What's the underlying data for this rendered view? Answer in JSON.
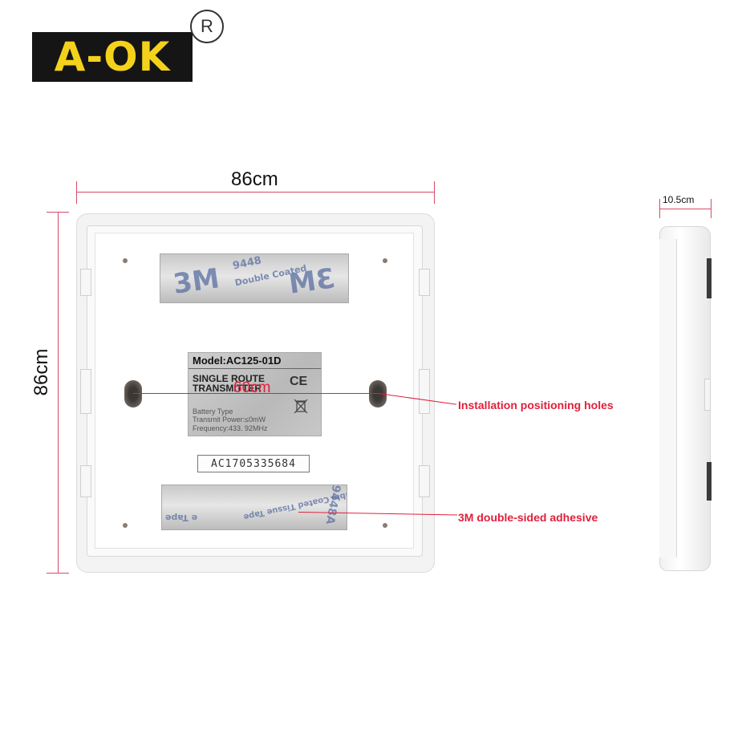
{
  "brand": {
    "logo_text": "A-OK",
    "registered_mark": "R",
    "logo_bg": "#151515",
    "logo_color": "#f4d21c"
  },
  "dimensions": {
    "width_label": "86cm",
    "height_label": "86cm",
    "depth_label": "10.5cm",
    "hole_spacing_label": "60cm",
    "line_color": "#d44c6a"
  },
  "device_label": {
    "model": "Model:AC125-01D",
    "title": "SINGLE ROUTE TRANSMITTER",
    "battery": "Battery Type",
    "power": "Transmit Power:≤0mW",
    "frequency": "Frequency:433. 92MHz",
    "ce_mark": "CE",
    "serial": "AC1705335684"
  },
  "tape": {
    "top_brand": "3M",
    "top_code": "9448",
    "top_desc": "Double Coated",
    "bottom_code": "9448A",
    "bottom_desc": "Double Coated Tissue Tape",
    "bottom_side": "e Tape"
  },
  "callouts": {
    "holes": "Installation positioning holes",
    "adhesive": "3M double-sided adhesive",
    "color": "#e0203c"
  }
}
